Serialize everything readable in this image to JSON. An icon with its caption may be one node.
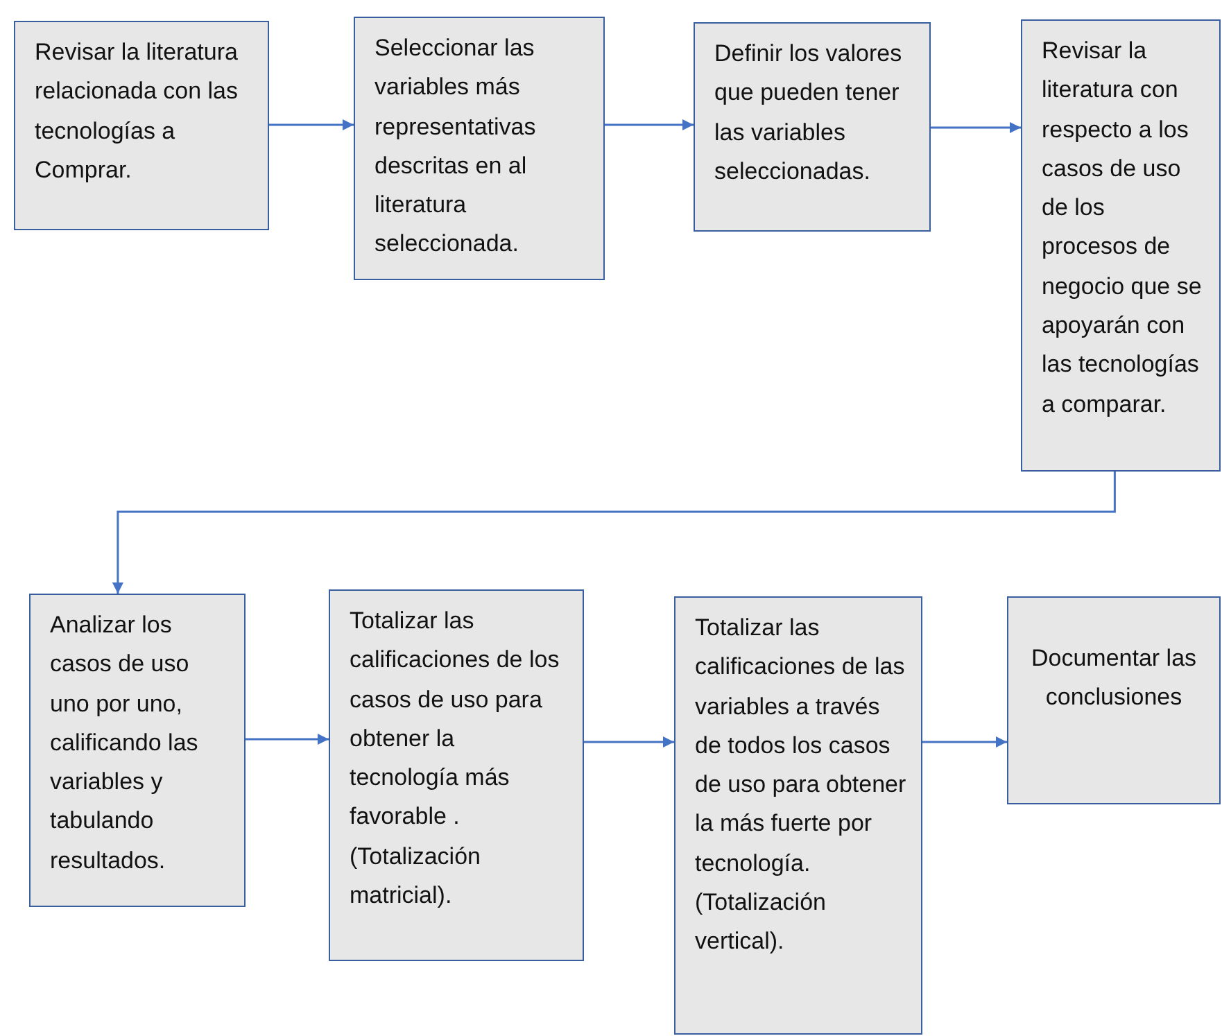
{
  "diagram": {
    "nodes": [
      {
        "text": [
          "Revisar la literatura relacionada con las tecnologías a Comprar."
        ]
      },
      {
        "text": [
          "Seleccionar las variables más representativas descritas en al literatura seleccionada."
        ]
      },
      {
        "text": [
          "Definir los valores que pueden tener las variables seleccionadas."
        ]
      },
      {
        "text": [
          "Revisar la literatura con respecto a los casos de uso de los procesos de negocio que se apoyarán con las tecnologías a comparar."
        ]
      },
      {
        "text": [
          "Analizar los casos de uso uno por uno, calificando las variables y tabulando resultados."
        ]
      },
      {
        "text": [
          "Totalizar las calificaciones de los casos de uso para obtener la tecnología más favorable . (Totalización matricial)."
        ]
      },
      {
        "text": [
          "Totalizar las calificaciones de las variables a través de todos los casos de uso para obtener la más fuerte por tecnología. (Totalización vertical)."
        ]
      },
      {
        "text": [
          "Documentar las conclusiones"
        ]
      }
    ],
    "edges": [
      {
        "from": 0,
        "to": 1,
        "arrow": "to"
      },
      {
        "from": 1,
        "to": 2,
        "arrow": "to"
      },
      {
        "from": 2,
        "to": 3,
        "arrow": "to"
      },
      {
        "from": 3,
        "to": 4,
        "arrow": "to"
      },
      {
        "from": 4,
        "to": 5,
        "arrow": "to"
      },
      {
        "from": 5,
        "to": 6,
        "arrow": "to"
      },
      {
        "from": 6,
        "to": 7,
        "arrow": "to"
      }
    ]
  }
}
